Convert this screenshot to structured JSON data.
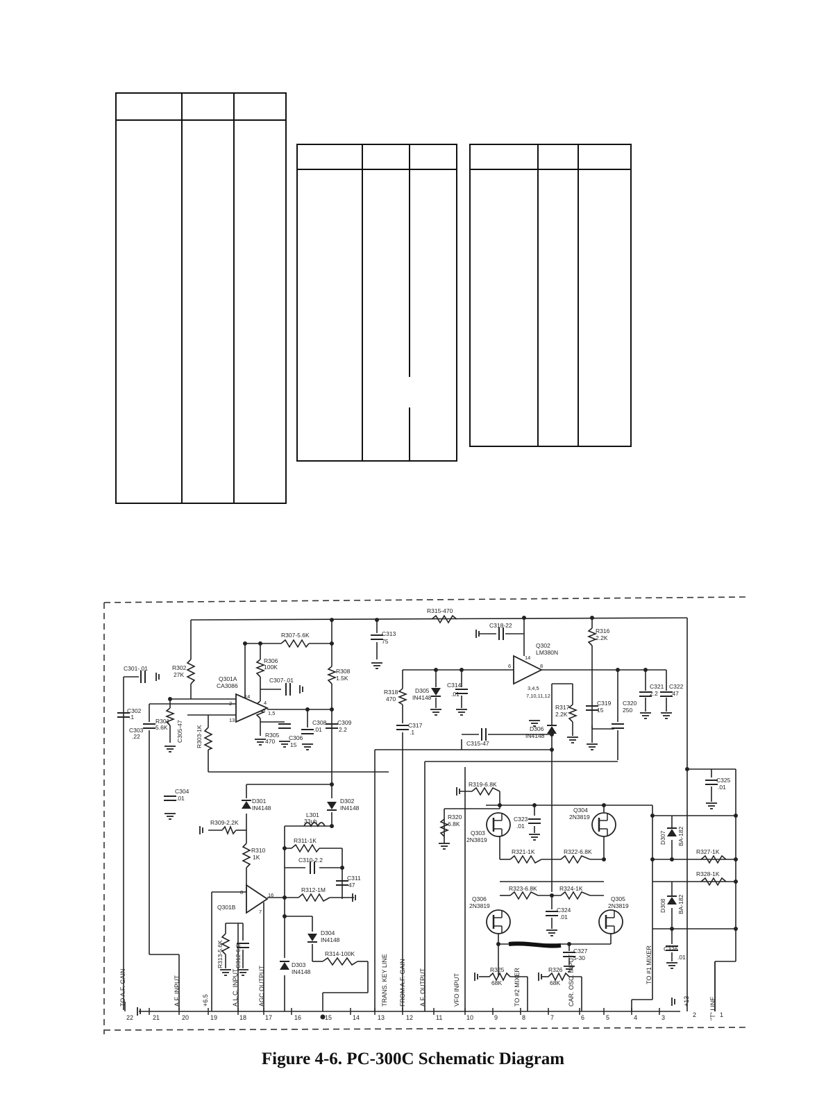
{
  "caption": "Figure 4-6.  PC-300C Schematic Diagram",
  "labels": {
    "r315": "R315-470",
    "r307": "R307-5.6K",
    "c313": "C313",
    "c313v": "75",
    "c318": "C318-22",
    "r316": "R316",
    "r316v": "2.2K",
    "q302": "Q302",
    "q302p": "LM380N",
    "c301": "C301-.01",
    "r302": "R302",
    "r302v": "27K",
    "q301a": "Q301A",
    "q301ap": "CA3086",
    "r306": "R306",
    "r306v": "100K",
    "r308": "R308",
    "r308v": "1.5K",
    "c307": "C307-.01",
    "r318": "R318",
    "r318v": "470",
    "d305": "D305",
    "d305p": "IN4148",
    "c314": "C314",
    "c314v": ".01",
    "r317": "R317",
    "r317v": "2.2K",
    "c319": "C319",
    "c319v": "15",
    "c320": "C320",
    "c320v": "250",
    "c321": "C321",
    "c321v": "2.2",
    "c322": "C322",
    "c322v": ".47",
    "c302": "C302",
    "c302v": ".1",
    "c303": "C303",
    "c303v": ".22",
    "r301": "R301",
    "r301v": "5.6K",
    "c305": "C305-47",
    "r303": "R303-1K",
    "r305": "R305",
    "r305v": "470",
    "c306": "C306",
    "c306v": "15",
    "c308": "C308",
    "c308v": ".01",
    "c309": "C309",
    "c309v": "2.2",
    "c317": "C317",
    "c317v": ".1",
    "c315": "C315-47",
    "d306": "D306",
    "d306p": "IN4148",
    "c304": "C304",
    "c304v": ".01",
    "d301": "D301",
    "d301p": "IN4148",
    "d302": "D302",
    "d302p": "IN4148",
    "l301": "L301",
    "l301v": "33uh",
    "r309": "R309-2.2K",
    "r310": "R310",
    "r310v": "1K",
    "r311": "R311-1K",
    "c310": "C310-2.2",
    "c311": "C311",
    "c311v": "47",
    "r312": "R312-1M",
    "q301b": "Q301B",
    "d304": "D304",
    "d304p": "IN4148",
    "r314": "R314-100K",
    "d303": "D303",
    "d303p": "IN4148",
    "r313": "R313-5.6K",
    "c312": "C312-6.8",
    "r319": "R319-6.8K",
    "r320": "R320",
    "r320v": "6.8K",
    "q303": "Q303",
    "q303p": "2N3819",
    "c323": "C323",
    "c323v": ".01",
    "q304": "Q304",
    "q304p": "2N3819",
    "r321": "R321-1K",
    "r322": "R322-6.8K",
    "c325": "C325",
    "c325v": ".01",
    "d307": "D307",
    "d307p": "BA-182",
    "r327": "R327-1K",
    "r328": "R328-1K",
    "q306": "Q306",
    "q306p": "2N3819",
    "r323": "R323-6.8K",
    "r324": "R324-1K",
    "q305": "Q305",
    "q305p": "2N3819",
    "c324": "C324",
    "c324v": ".01",
    "d308": "D308",
    "d308p": "BA-182",
    "c326": "C326",
    "c326v": ".01",
    "c327": "C327",
    "c327v": "5-30",
    "r325": "R325",
    "r325v": "68K",
    "r326": "R326",
    "r326v": "68K",
    "to_af_gain": "TO A.F. GAIN",
    "af_input": "A.F. INPUT",
    "p65": "+6.5",
    "alc_input": "A.L.C. INPUT",
    "agc_output": "AGC OUTPUT",
    "trans_key": "TRANS. KEY LINE",
    "from_af_gain": "FROM A.F. GAIN",
    "af_output": "A.F. OUTPUT",
    "vfo_input": "VFO INPUT",
    "to_2_mixer": "TO #2 MIXER",
    "car_osc": "CAR. OSC. INPUT",
    "to_1_mixer": "TO #1 MIXER",
    "p13": "+13",
    "t_line": "\"T\" LINE",
    "n22": "22",
    "n21": "21",
    "n20": "20",
    "n19": "19",
    "n18": "18",
    "n17": "17",
    "n16": "16",
    "n15": "15",
    "n14": "14",
    "n13": "13",
    "n12": "12",
    "n11": "11",
    "n10": "10",
    "n9": "9",
    "n8": "8",
    "n7": "7",
    "n6": "6",
    "n5": "5",
    "n4": "4",
    "n3": "3",
    "n2": "2",
    "n1": "1",
    "pin14a": "14",
    "pin4": "4",
    "pin3": "3",
    "pin2": "2",
    "pin13": "13",
    "pin15": "1,5",
    "pin6": "6",
    "pin14b": "14",
    "pin8a": "8",
    "pin3711": "3,4,5",
    "pin1012": "7,10,11,12",
    "pin8b": "8",
    "pin16": "16",
    "pin7": "7"
  }
}
